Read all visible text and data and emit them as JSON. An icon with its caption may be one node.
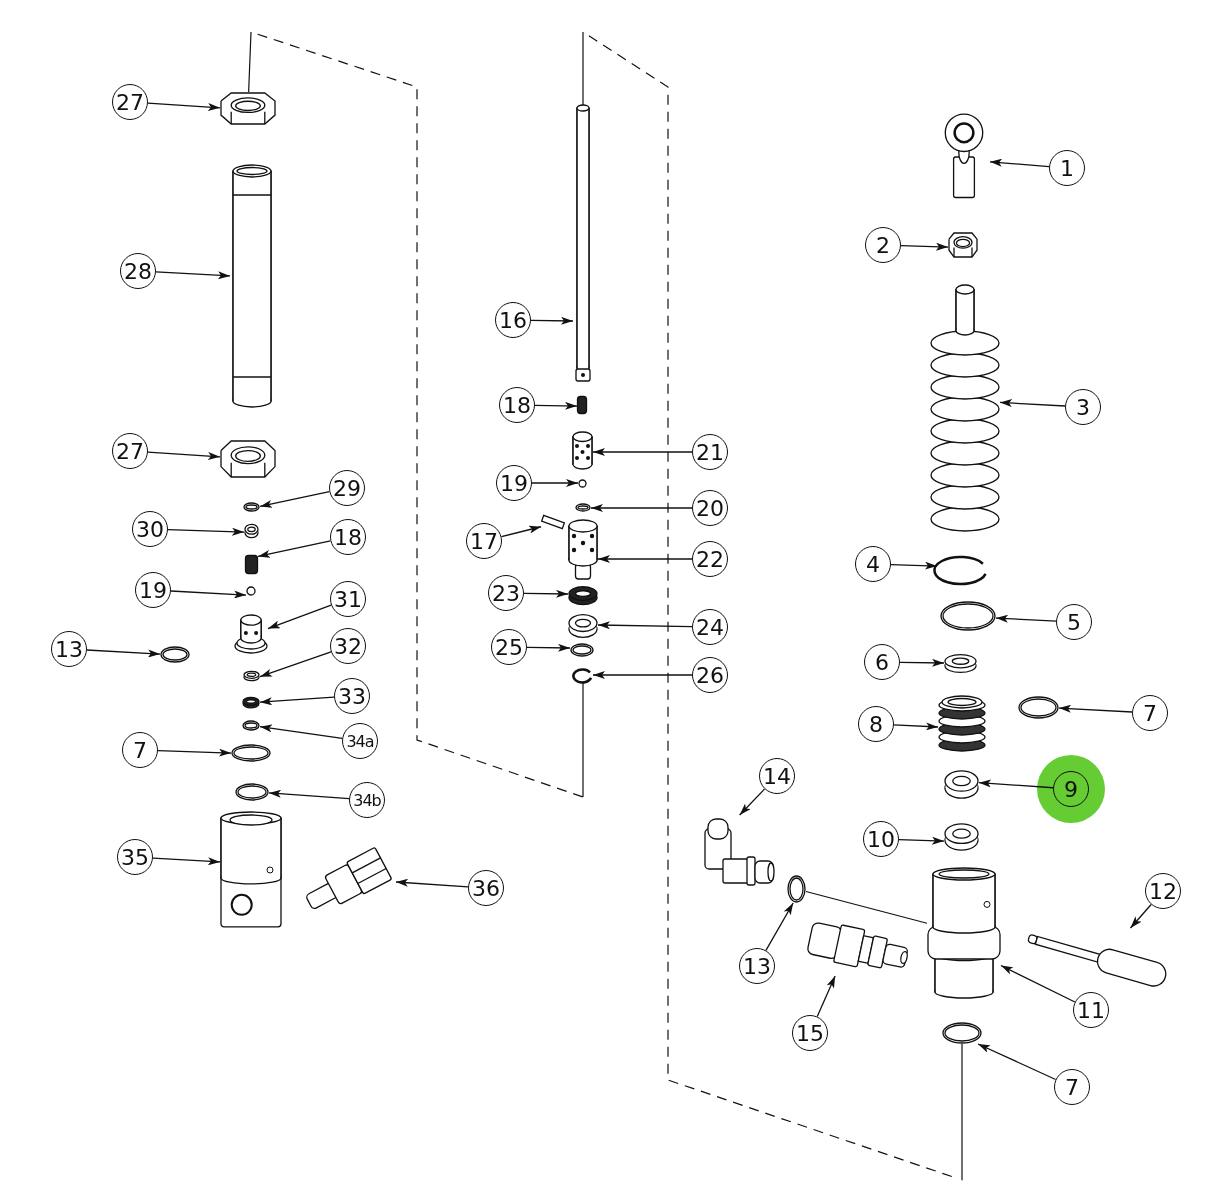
{
  "diagram": {
    "nodes": [
      {
        "text": [
          "27"
        ]
      },
      {
        "text": [
          "28"
        ]
      },
      {
        "text": [
          "27"
        ]
      },
      {
        "text": [
          "29"
        ]
      },
      {
        "text": [
          "30"
        ]
      },
      {
        "text": [
          "18"
        ]
      },
      {
        "text": [
          "19"
        ]
      },
      {
        "text": [
          "31"
        ]
      },
      {
        "text": [
          "13"
        ]
      },
      {
        "text": [
          "32"
        ]
      },
      {
        "text": [
          "33"
        ]
      },
      {
        "text": [
          "34a"
        ]
      },
      {
        "text": [
          "7"
        ]
      },
      {
        "text": [
          "34b"
        ]
      },
      {
        "text": [
          "35"
        ]
      },
      {
        "text": [
          "36"
        ]
      },
      {
        "text": [
          "16"
        ]
      },
      {
        "text": [
          "18"
        ]
      },
      {
        "text": [
          "21"
        ]
      },
      {
        "text": [
          "19"
        ]
      },
      {
        "text": [
          "20"
        ]
      },
      {
        "text": [
          "17"
        ]
      },
      {
        "text": [
          "22"
        ]
      },
      {
        "text": [
          "23"
        ]
      },
      {
        "text": [
          "24"
        ]
      },
      {
        "text": [
          "25"
        ]
      },
      {
        "text": [
          "26"
        ]
      },
      {
        "text": [
          "1"
        ]
      },
      {
        "text": [
          "2"
        ]
      },
      {
        "text": [
          "3"
        ]
      },
      {
        "text": [
          "4"
        ]
      },
      {
        "text": [
          "5"
        ]
      },
      {
        "text": [
          "6"
        ]
      },
      {
        "text": [
          "7"
        ]
      },
      {
        "text": [
          "8"
        ]
      },
      {
        "text": [
          "9"
        ]
      },
      {
        "text": [
          "10"
        ]
      },
      {
        "text": [
          "14"
        ]
      },
      {
        "text": [
          "13"
        ]
      },
      {
        "text": [
          "12"
        ]
      },
      {
        "text": [
          "11"
        ]
      },
      {
        "text": [
          "15"
        ]
      },
      {
        "text": [
          "7"
        ]
      },
      {
        "text": [],
        "shape": "picture"
      },
      {
        "text": [],
        "shape": "picture"
      },
      {
        "text": [],
        "shape": "picture"
      },
      {
        "text": [],
        "shape": "picture"
      },
      {
        "text": [],
        "shape": "picture"
      },
      {
        "text": [],
        "shape": "box"
      },
      {
        "text": [],
        "shape": "circle"
      },
      {
        "text": [],
        "shape": "picture"
      },
      {
        "text": [],
        "shape": "picture"
      },
      {
        "text": [],
        "shape": "picture"
      },
      {
        "text": [],
        "shape": "picture"
      },
      {
        "text": [],
        "shape": "picture"
      },
      {
        "text": [],
        "shape": "picture"
      },
      {
        "text": [],
        "shape": "picture"
      },
      {
        "text": [],
        "shape": "picture"
      },
      {
        "text": [],
        "shape": "picture"
      },
      {
        "text": [],
        "shape": "picture"
      },
      {
        "text": [],
        "shape": "box"
      },
      {
        "text": [],
        "shape": "picture"
      },
      {
        "text": [],
        "shape": "circle"
      },
      {
        "text": [],
        "shape": "picture"
      },
      {
        "text": [],
        "shape": "box"
      },
      {
        "text": [],
        "shape": "picture"
      },
      {
        "text": [],
        "shape": "picture"
      },
      {
        "text": [],
        "shape": "picture"
      },
      {
        "text": [],
        "shape": "picture"
      },
      {
        "text": [],
        "shape": "picture"
      },
      {
        "text": [],
        "shape": "picture"
      },
      {
        "text": [],
        "shape": "picture"
      },
      {
        "text": [],
        "shape": "picture"
      },
      {
        "text": [],
        "shape": "picture"
      },
      {
        "text": [],
        "shape": "picture"
      },
      {
        "text": [],
        "shape": "picture"
      },
      {
        "text": [],
        "shape": "picture"
      },
      {
        "text": [],
        "shape": "picture"
      },
      {
        "text": [],
        "shape": "picture"
      },
      {
        "text": [],
        "shape": "picture"
      },
      {
        "text": [],
        "shape": "picture"
      },
      {
        "text": [],
        "shape": "picture"
      },
      {
        "text": [],
        "shape": "picture"
      },
      {
        "text": [],
        "shape": "picture"
      },
      {
        "text": [],
        "shape": "picture"
      },
      {
        "text": [],
        "shape": "picture"
      }
    ],
    "edges": [
      {
        "from": 0,
        "to": 43,
        "arrow": "to"
      },
      {
        "from": 1,
        "to": 44,
        "arrow": "to"
      },
      {
        "from": 2,
        "to": 45,
        "arrow": "to"
      },
      {
        "from": 3,
        "to": 46,
        "arrow": "to"
      },
      {
        "from": 4,
        "to": 47,
        "arrow": "to"
      },
      {
        "from": 5,
        "to": 48,
        "arrow": "to"
      },
      {
        "from": 6,
        "to": 49,
        "arrow": "to"
      },
      {
        "from": 7,
        "to": 50,
        "arrow": "to"
      },
      {
        "from": 8,
        "to": 51,
        "arrow": "to"
      },
      {
        "from": 9,
        "to": 52,
        "arrow": "to"
      },
      {
        "from": 10,
        "to": 53,
        "arrow": "to"
      },
      {
        "from": 11,
        "to": 54,
        "arrow": "to"
      },
      {
        "from": 12,
        "to": 55,
        "arrow": "to"
      },
      {
        "from": 13,
        "to": 56,
        "arrow": "to"
      },
      {
        "from": 14,
        "to": 57,
        "arrow": "to"
      },
      {
        "from": 15,
        "to": 58,
        "arrow": "to"
      },
      {
        "from": 16,
        "to": 59,
        "arrow": "to"
      },
      {
        "from": 17,
        "to": 60,
        "arrow": "to"
      },
      {
        "from": 18,
        "to": 61,
        "arrow": "to"
      },
      {
        "from": 19,
        "to": 62,
        "arrow": "to"
      },
      {
        "from": 20,
        "to": 63,
        "arrow": "to"
      },
      {
        "from": 21,
        "to": 64,
        "arrow": "to"
      },
      {
        "from": 22,
        "to": 65,
        "arrow": "to"
      },
      {
        "from": 23,
        "to": 66,
        "arrow": "to"
      },
      {
        "from": 24,
        "to": 67,
        "arrow": "to"
      },
      {
        "from": 25,
        "to": 68,
        "arrow": "to"
      },
      {
        "from": 26,
        "to": 69,
        "arrow": "to"
      },
      {
        "from": 27,
        "to": 70,
        "arrow": "to"
      },
      {
        "from": 28,
        "to": 71,
        "arrow": "to"
      },
      {
        "from": 29,
        "to": 72,
        "arrow": "to"
      },
      {
        "from": 30,
        "to": 73,
        "arrow": "to"
      },
      {
        "from": 31,
        "to": 74,
        "arrow": "to"
      },
      {
        "from": 32,
        "to": 75,
        "arrow": "to"
      },
      {
        "from": 33,
        "to": 76,
        "arrow": "to"
      },
      {
        "from": 34,
        "to": 77,
        "arrow": "to"
      },
      {
        "from": 35,
        "to": 78,
        "arrow": "to"
      },
      {
        "from": 36,
        "to": 79,
        "arrow": "to"
      },
      {
        "from": 37,
        "to": 80,
        "arrow": "to"
      },
      {
        "from": 38,
        "to": 81,
        "arrow": "to"
      },
      {
        "from": 39,
        "to": 82,
        "arrow": "to"
      },
      {
        "from": 40,
        "to": 83,
        "arrow": "to"
      },
      {
        "from": 41,
        "to": 84,
        "arrow": "to"
      },
      {
        "from": 42,
        "to": 85,
        "arrow": "to"
      },
      {
        "from": 43,
        "to": 69,
        "arrow": "none",
        "style": "dashed"
      },
      {
        "from": 59,
        "to": 85,
        "arrow": "none",
        "style": "dashed"
      },
      {
        "from": 81,
        "to": 83,
        "arrow": "none"
      }
    ]
  }
}
